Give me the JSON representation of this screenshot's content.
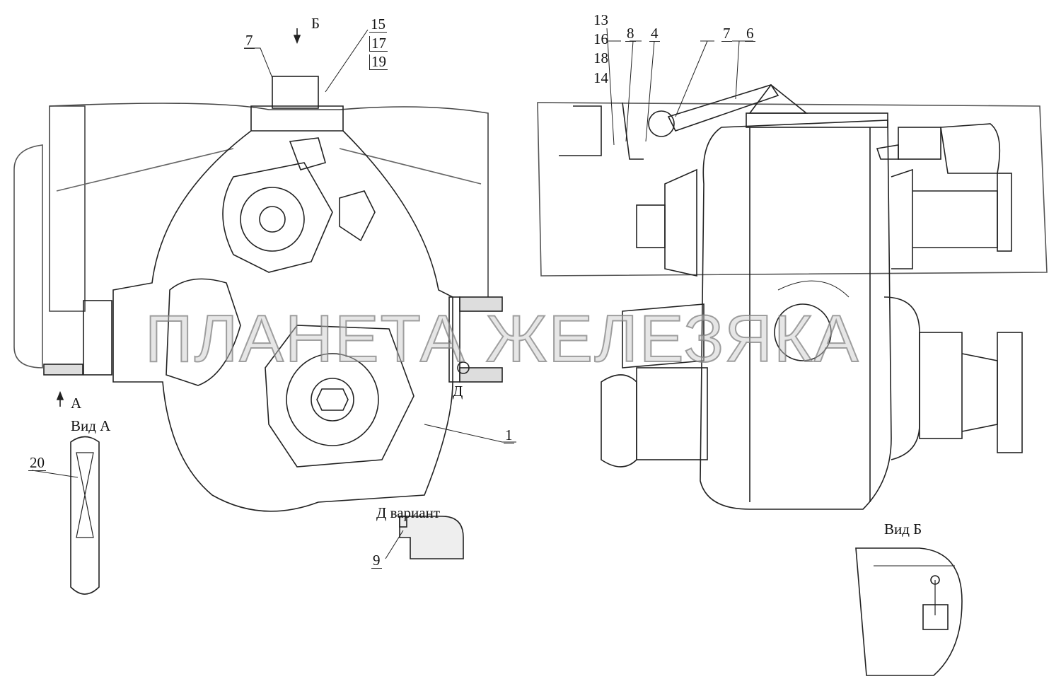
{
  "watermark": "ПЛАНЕТА ЖЕЛЕЗЯКА",
  "left_view": {
    "arrow_b": "Б",
    "arrow_a": "А",
    "callouts": {
      "c7": "7",
      "c15": "15",
      "c17": "17",
      "c19": "19",
      "c1": "1",
      "cD": "Д"
    }
  },
  "right_view": {
    "callouts": {
      "c13": "13",
      "c16": "16",
      "c18": "18",
      "c14": "14",
      "c8": "8",
      "c4": "4",
      "c7": "7",
      "c6": "6"
    }
  },
  "view_a": {
    "title": "Вид А",
    "callout": "20"
  },
  "variant_d": {
    "title": "Д вариант",
    "callout": "9"
  },
  "view_b": {
    "title": "Вид Б"
  }
}
